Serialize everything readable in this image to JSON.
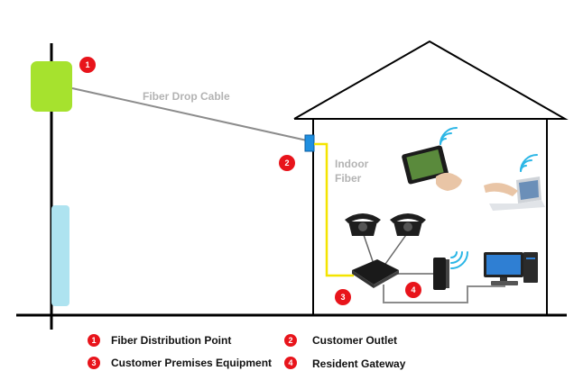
{
  "labels": {
    "fiber_drop_cable": "Fiber Drop Cable",
    "indoor_fiber_line1": "Indoor",
    "indoor_fiber_line2": "Fiber"
  },
  "badges": {
    "fdp": "1",
    "outlet": "2",
    "cpe": "3",
    "gateway": "4"
  },
  "legend": [
    {
      "num": "1",
      "text": "Fiber Distribution Point"
    },
    {
      "num": "2",
      "text": "Customer Outlet"
    },
    {
      "num": "3",
      "text": "Customer Premises Equipment"
    },
    {
      "num": "4",
      "text": "Resident Gateway"
    }
  ],
  "colors": {
    "fdp_box": "#a6e22e",
    "pole_light": "#aee3f0",
    "outlet": "#1f8fe0",
    "indoor_fiber": "#f4e400",
    "badge": "#e8141b",
    "wifi": "#2bb6e6"
  }
}
